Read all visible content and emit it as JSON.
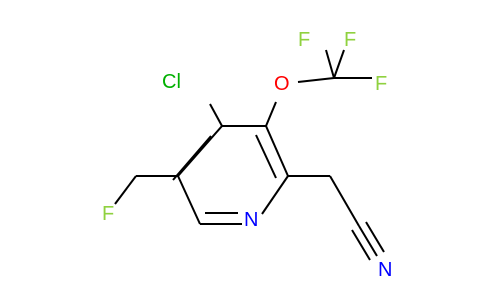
{
  "molecule": {
    "atoms": {
      "cl": "Cl",
      "o": "O",
      "f1": "F",
      "f2": "F",
      "f3": "F",
      "f4": "F",
      "n_ring": "N",
      "n_nitrile": "N"
    },
    "colors": {
      "bond": "#000000",
      "chlorine": "#00b000",
      "oxygen": "#ff0000",
      "fluorine": "#8fd13f",
      "nitrogen": "#0000ff"
    }
  }
}
